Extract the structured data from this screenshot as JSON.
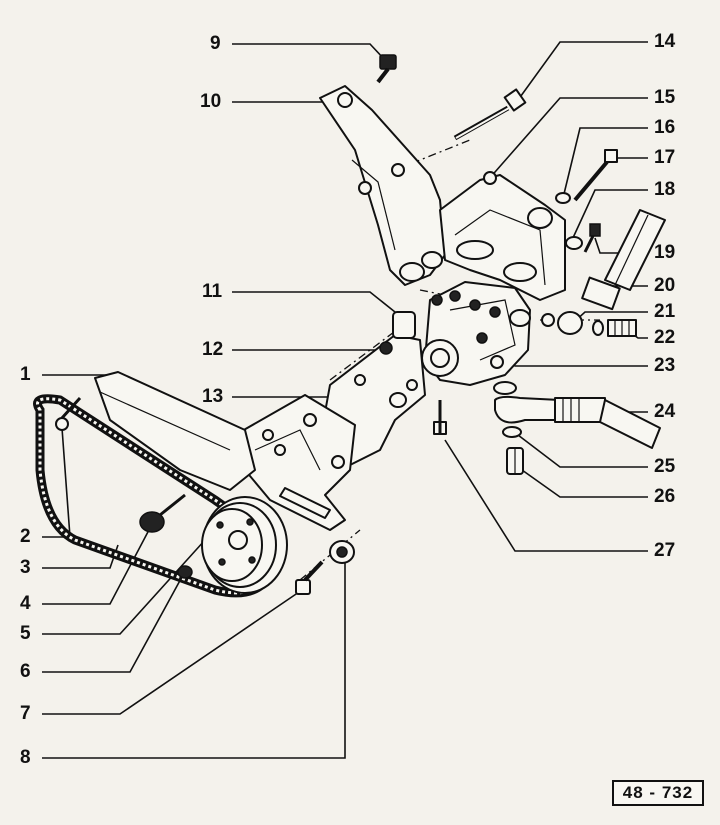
{
  "figure": {
    "reference": "48 - 732",
    "callouts": [
      "1",
      "2",
      "3",
      "4",
      "5",
      "6",
      "7",
      "8",
      "9",
      "10",
      "11",
      "12",
      "13",
      "14",
      "15",
      "16",
      "17",
      "18",
      "19",
      "20",
      "21",
      "22",
      "23",
      "24",
      "25",
      "26",
      "27"
    ]
  }
}
